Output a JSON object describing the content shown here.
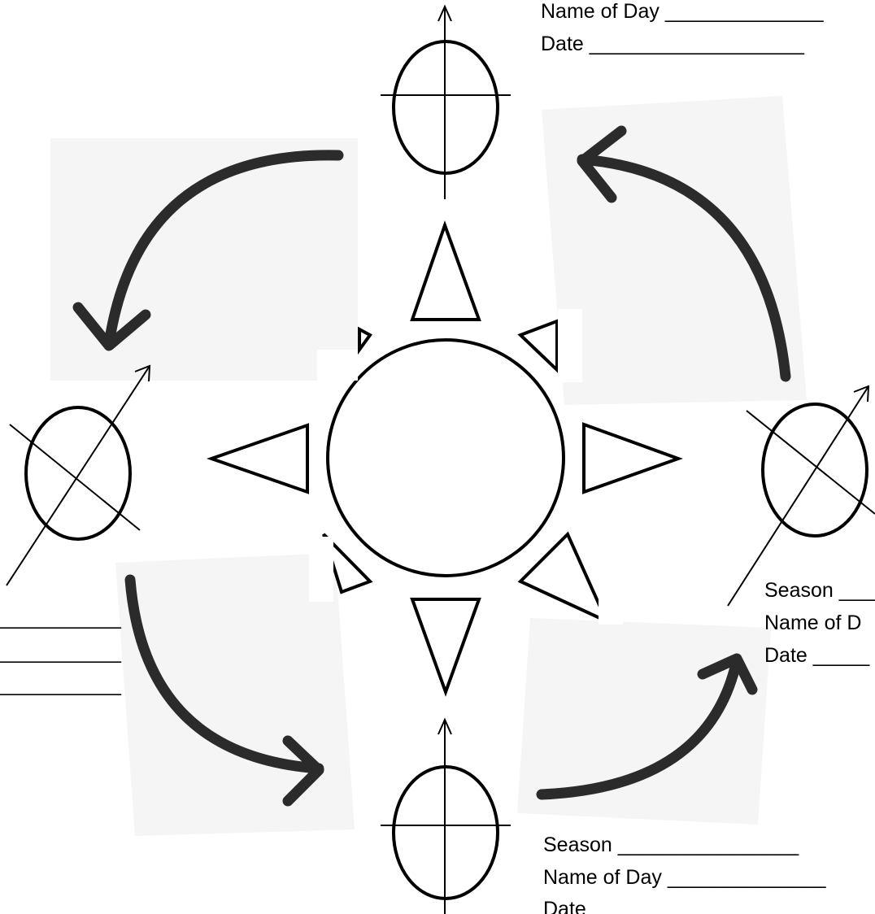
{
  "colors": {
    "ink": "#000000",
    "arrow": "#2b2b2b",
    "panel": "#f5f5f5",
    "background": "#ffffff"
  },
  "labels": {
    "top": {
      "name_of_day": "Name of Day ______________",
      "date": "Date ___________________"
    },
    "left": {
      "line1": "___________",
      "line2": "___________",
      "line3": "___________"
    },
    "right": {
      "season": "Season ____",
      "name_of_day": "Name of D",
      "date": "Date _____"
    },
    "bottom": {
      "season": "Season ________________",
      "name_of_day": "Name of Day ______________",
      "date": "Date"
    }
  }
}
